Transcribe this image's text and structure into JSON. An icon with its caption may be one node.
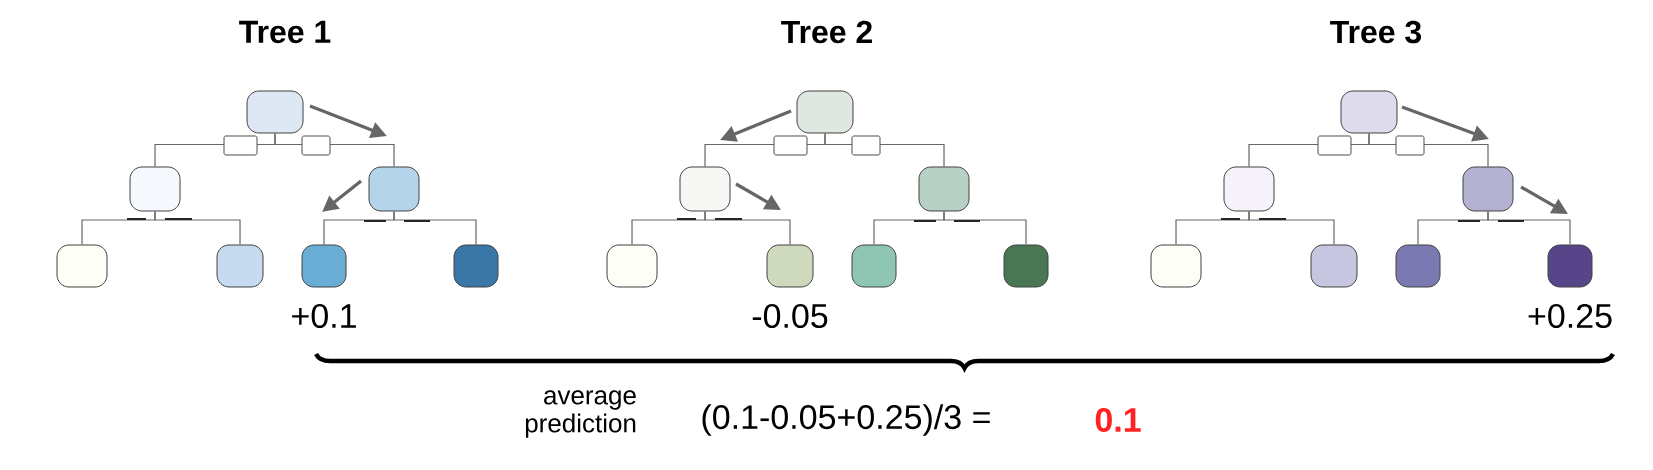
{
  "diagram": {
    "nodes": [
      {
        "text": [],
        "shape": "box"
      },
      {
        "text": [],
        "shape": "box"
      },
      {
        "text": [],
        "shape": "box"
      },
      {
        "text": [],
        "shape": "box"
      },
      {
        "text": [],
        "shape": "box"
      },
      {
        "text": [],
        "shape": "box",
        "beside": [
          "+0.1"
        ]
      },
      {
        "text": [],
        "shape": "box"
      },
      {
        "text": [],
        "shape": "box"
      },
      {
        "text": [],
        "shape": "box"
      },
      {
        "text": [],
        "shape": "box"
      },
      {
        "text": [],
        "shape": "box"
      },
      {
        "text": [],
        "shape": "box",
        "beside": [
          "-0.05"
        ]
      },
      {
        "text": [],
        "shape": "box"
      },
      {
        "text": [],
        "shape": "box"
      },
      {
        "text": [],
        "shape": "box"
      },
      {
        "text": [],
        "shape": "box"
      },
      {
        "text": [],
        "shape": "box"
      },
      {
        "text": [],
        "shape": "box"
      },
      {
        "text": [],
        "shape": "box"
      },
      {
        "text": [],
        "shape": "box"
      },
      {
        "text": [],
        "shape": "box",
        "beside": [
          "+0.25"
        ]
      }
    ],
    "edges": [
      {
        "from": 0,
        "to": 1,
        "arrow": "none"
      },
      {
        "from": 0,
        "to": 2,
        "arrow": "none"
      },
      {
        "from": 1,
        "to": 3,
        "arrow": "none"
      },
      {
        "from": 1,
        "to": 4,
        "arrow": "none"
      },
      {
        "from": 2,
        "to": 5,
        "arrow": "none"
      },
      {
        "from": 2,
        "to": 6,
        "arrow": "none"
      },
      {
        "from": 7,
        "to": 8,
        "arrow": "none"
      },
      {
        "from": 7,
        "to": 9,
        "arrow": "none"
      },
      {
        "from": 8,
        "to": 10,
        "arrow": "none"
      },
      {
        "from": 8,
        "to": 11,
        "arrow": "none"
      },
      {
        "from": 9,
        "to": 12,
        "arrow": "none"
      },
      {
        "from": 9,
        "to": 13,
        "arrow": "none"
      },
      {
        "from": 14,
        "to": 15,
        "arrow": "none"
      },
      {
        "from": 14,
        "to": 16,
        "arrow": "none"
      },
      {
        "from": 15,
        "to": 17,
        "arrow": "none"
      },
      {
        "from": 15,
        "to": 18,
        "arrow": "none"
      },
      {
        "from": 16,
        "to": 19,
        "arrow": "none"
      },
      {
        "from": 16,
        "to": 20,
        "arrow": "none"
      }
    ],
    "labels": [
      "Tree 1",
      "Tree 2",
      "Tree 3",
      "average prediction",
      "(0.1-0.05+0.25)/3 =",
      "0.1"
    ]
  }
}
